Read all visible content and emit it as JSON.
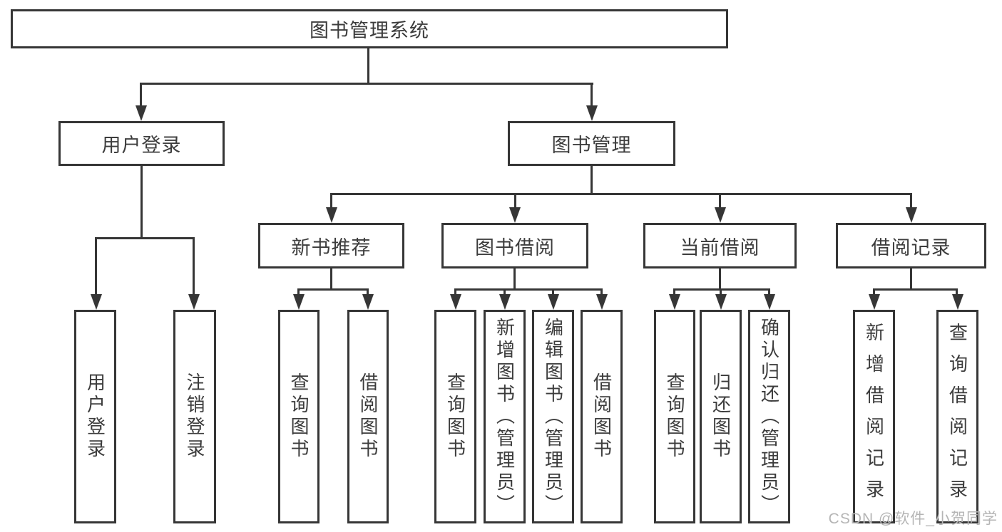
{
  "tree": {
    "root": {
      "label": "图书管理系统"
    },
    "branches": [
      {
        "label": "用户登录",
        "children": [
          {
            "label": "用户登录"
          },
          {
            "label": "注销登录"
          }
        ]
      },
      {
        "label": "图书管理",
        "children": [
          {
            "label": "新书推荐",
            "children": [
              {
                "label": "查询图书"
              },
              {
                "label": "借阅图书"
              }
            ]
          },
          {
            "label": "图书借阅",
            "children": [
              {
                "label": "查询图书"
              },
              {
                "label": "新增图书（管理员）"
              },
              {
                "label": "编辑图书（管理员）"
              },
              {
                "label": "借阅图书"
              }
            ]
          },
          {
            "label": "当前借阅",
            "children": [
              {
                "label": "查询图书"
              },
              {
                "label": "归还图书"
              },
              {
                "label": "确认归还（管理员）"
              }
            ]
          },
          {
            "label": "借阅记录",
            "children": [
              {
                "label": "新增借阅记录"
              },
              {
                "label": "查询借阅记录"
              }
            ]
          }
        ]
      }
    ]
  },
  "watermark": {
    "text": "CSDN @软件_小贺同学"
  },
  "colors": {
    "line": "#363636",
    "text": "#3c3c3c",
    "watermark": "#b5b5b5",
    "background": "#ffffff"
  }
}
